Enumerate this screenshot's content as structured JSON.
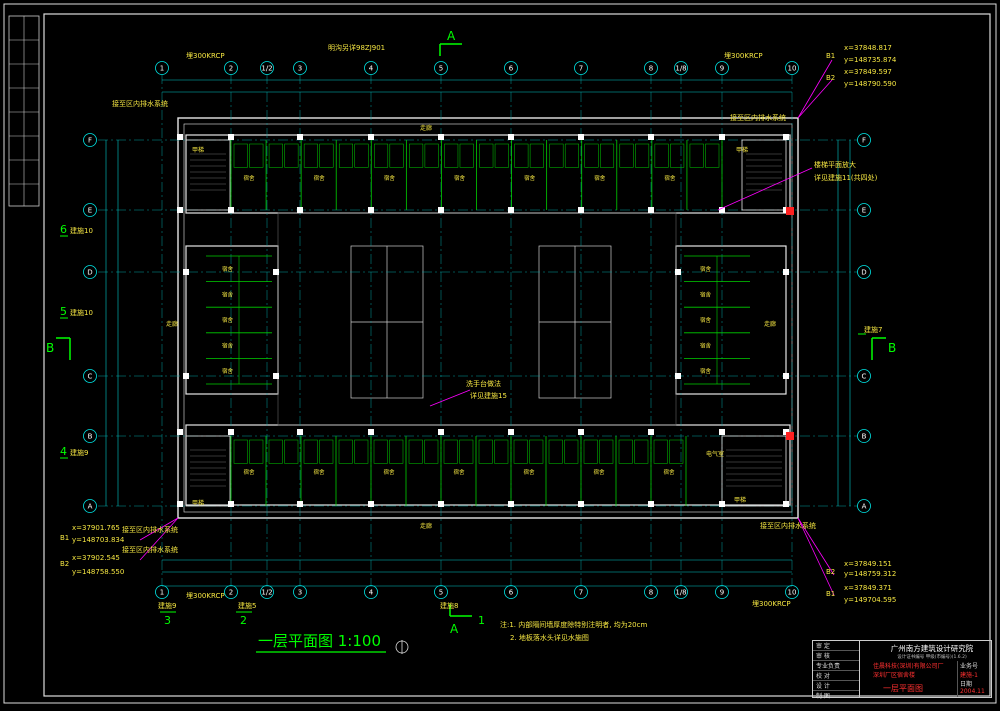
{
  "drawing": {
    "title": "一层平面图 1:100",
    "notes": [
      "注:1. 内部隔间墙厚度除特别注明者, 均为20cm",
      "2. 地板落水头详见水施图"
    ],
    "axes_top": [
      "1",
      "2",
      "1/2",
      "3",
      "4",
      "5",
      "6",
      "7",
      "8",
      "1/8",
      "9",
      "10"
    ],
    "axes_left": [
      "F",
      "E",
      "D",
      "C",
      "B",
      "A"
    ],
    "section_marks": [
      "A",
      "B",
      "6",
      "5",
      "4",
      "3",
      "1",
      "2"
    ],
    "callouts": {
      "top_left": "埋300KRCP",
      "top_right": "埋300KRCP",
      "bottom_left": "埋300KRCP",
      "bottom_right": "埋300KRCP",
      "top_ref": "明沟另详98ZJ901",
      "drain_tl": "接至区内排水系统",
      "drain_tr": "接至区内排水系统",
      "drain_bl": "接至区内排水系统",
      "drain_bl2": "接至区内排水系统",
      "drain_br": "接至区内排水系统",
      "stair_detail": "楼梯平面放大",
      "stair_detail_ref": "详见建施11(共四处)",
      "basin_detail": "洗手台做法",
      "basin_detail_ref": "详见建施15",
      "jianshi10a": "建施10",
      "jianshi10b": "建施10",
      "jianshi9": "建施9",
      "jianshi7": "建施7",
      "jianshi8": "建施8",
      "jianshi9b": "建施9",
      "jianshi5": "建施5"
    },
    "coords": {
      "b1_tr_x": "x=37848.817",
      "b1_tr_y": "y=148735.874",
      "b2_tr_x": "x=37849.597",
      "b2_tr_y": "y=148790.590",
      "b1_bl_x": "x=37901.765",
      "b1_bl_y": "y=148703.834",
      "b2_bl_x": "x=37902.545",
      "b2_bl_y": "y=148758.550",
      "b2_br_x": "x=37849.151",
      "b2_br_y": "y=148759.312",
      "b1_br_x": "x=37849.371",
      "b1_br_y": "y=149704.595"
    },
    "point_labels": [
      "B1",
      "B2",
      "B1",
      "B2",
      "B2",
      "B1"
    ],
    "room_labels": {
      "dorm": "宿舍",
      "corridor": "走廊",
      "stair": "甲梯",
      "elec": "电气室"
    }
  },
  "title_block": {
    "institute": "广州南方建筑设计研究院",
    "subtitle": "设计证书编号 甲级(市编号)(1.6.2)",
    "project_red": "佳晨科技(深圳)有限公司厂",
    "project_red2": "深圳厂区宿舍楼",
    "sheet_title": "一层平面图",
    "rows": [
      "审 定",
      "审 核",
      "专业负责",
      "校 对",
      "设 计",
      "制 图"
    ],
    "right_labels": [
      "业务号",
      "建施-1",
      "日期"
    ],
    "date": "2004.11"
  },
  "colors": {
    "background": "#000000",
    "grid": "#00c8c8",
    "wall": "#e6e6e6",
    "room": "#00e000",
    "text": "#f5e642",
    "accent": "#ff00ff",
    "red": "#ff2020",
    "white": "#ffffff"
  }
}
